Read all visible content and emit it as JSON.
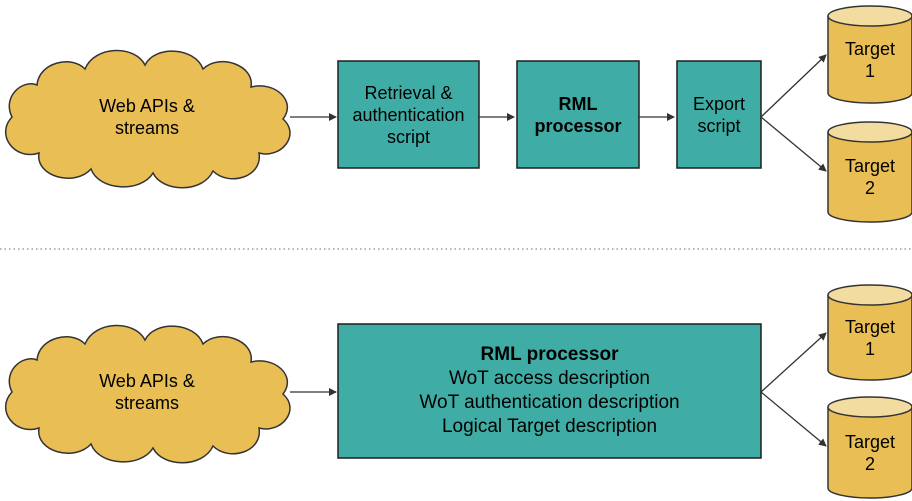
{
  "colors": {
    "cloud_fill": "#e9bf55",
    "box_fill": "#3fada5",
    "box_border": "#1e1e1e",
    "db_fill": "#e9bf55",
    "db_top": "#f2dca0",
    "stroke": "#333333",
    "separator": "#888888"
  },
  "top": {
    "source": {
      "line1": "Web APIs &",
      "line2": "streams"
    },
    "retrieval": {
      "line1": "Retrieval &",
      "line2": "authentication",
      "line3": "script"
    },
    "rml": {
      "line1": "RML",
      "line2": "processor"
    },
    "export": {
      "line1": "Export",
      "line2": "script"
    },
    "target1": {
      "line1": "Target",
      "line2": "1"
    },
    "target2": {
      "line1": "Target",
      "line2": "2"
    }
  },
  "bottom": {
    "source": {
      "line1": "Web APIs &",
      "line2": "streams"
    },
    "rml": {
      "title": "RML processor",
      "line1": "WoT access description",
      "line2": "WoT authentication description",
      "line3": "Logical Target description"
    },
    "target1": {
      "line1": "Target",
      "line2": "1"
    },
    "target2": {
      "line1": "Target",
      "line2": "2"
    }
  }
}
